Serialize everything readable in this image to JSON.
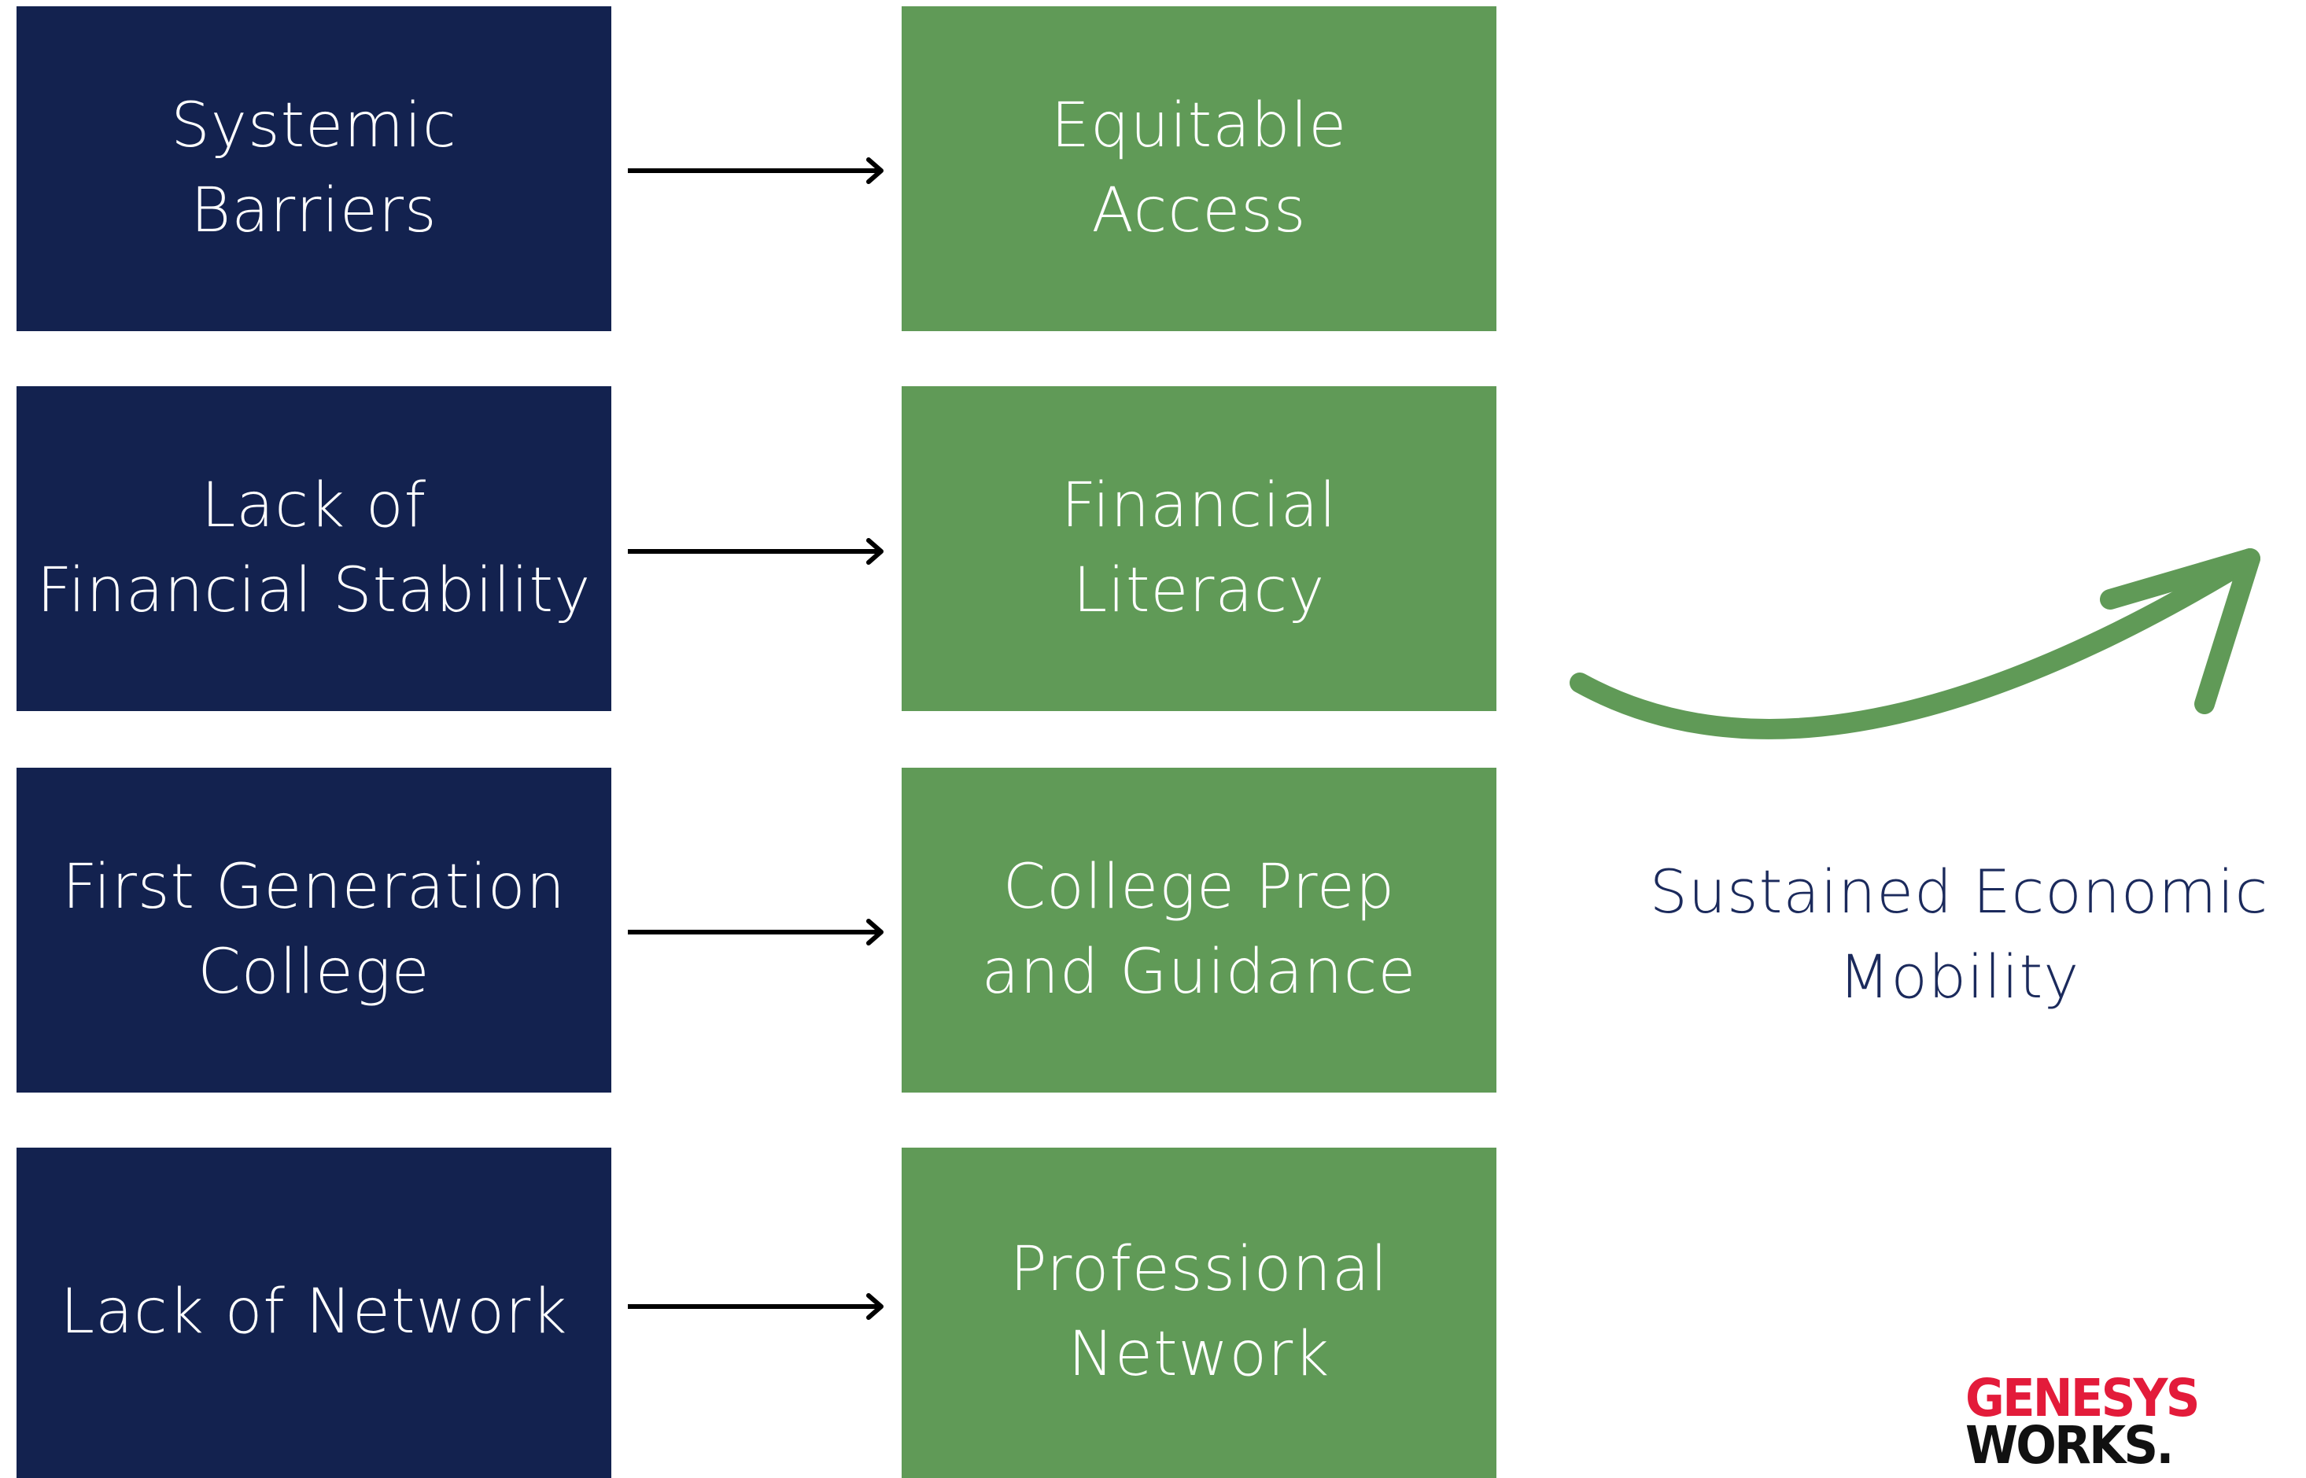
{
  "barriers": [
    {
      "label": "Systemic\nBarriers"
    },
    {
      "label": "Lack of\nFinancial Stability"
    },
    {
      "label": "First Generation\nCollege"
    },
    {
      "label": "Lack of Network"
    }
  ],
  "solutions": [
    {
      "label": "Equitable\nAccess"
    },
    {
      "label": "Financial\nLiteracy"
    },
    {
      "label": "College Prep\nand Guidance"
    },
    {
      "label": "Professional\nNetwork"
    }
  ],
  "outcome": {
    "label": "Sustained Economic\nMobility"
  },
  "logo": {
    "line1": "GENESYS",
    "line2": "WORKS."
  },
  "colors": {
    "barrier": "#13224f",
    "solution": "#609a57",
    "outcome_text": "#1b2a5c",
    "logo_red": "#e31b3a"
  }
}
